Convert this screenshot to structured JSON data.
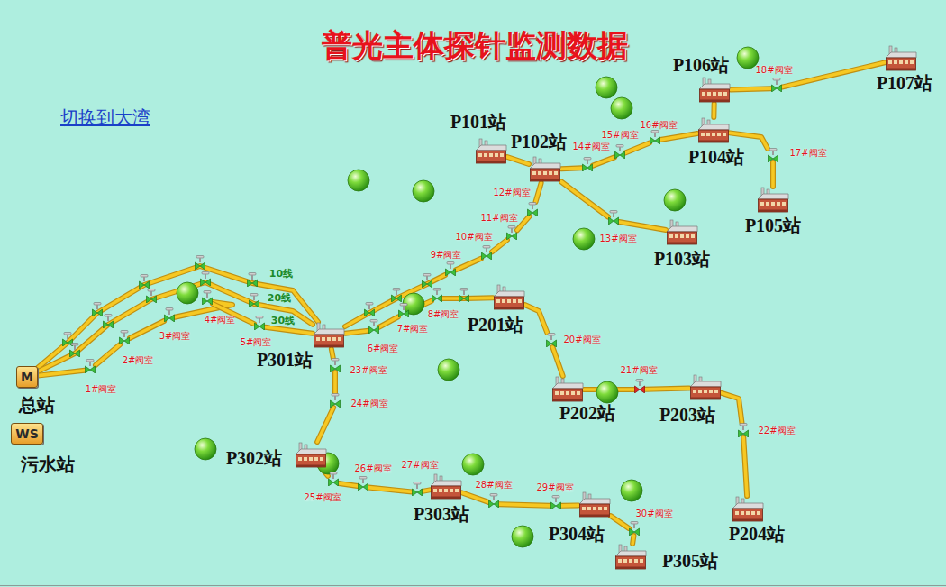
{
  "diagram": {
    "title": "普光主体探针监测数据",
    "nodes": [
      {
        "text": [
          "M",
          "总站"
        ]
      },
      {
        "text": [
          "WS",
          "污水站"
        ]
      },
      {
        "text": [
          "1#阀室"
        ]
      },
      {
        "text": [
          "2#阀室"
        ]
      },
      {
        "text": [
          "3#阀室"
        ]
      },
      {
        "text": [
          "4#阀室"
        ]
      },
      {
        "text": [
          "5#阀室"
        ]
      },
      {
        "text": [
          "P301站"
        ]
      },
      {
        "text": [
          "6#阀室"
        ]
      },
      {
        "text": [
          "7#阀室"
        ]
      },
      {
        "text": [
          "8#阀室"
        ]
      },
      {
        "text": [
          "P201站"
        ]
      },
      {
        "text": [
          "9#阀室"
        ]
      },
      {
        "text": [
          "10#阀室"
        ]
      },
      {
        "text": [
          "11#阀室"
        ]
      },
      {
        "text": [
          "12#阀室"
        ]
      },
      {
        "text": [
          "P101站"
        ]
      },
      {
        "text": [
          "P102站"
        ]
      },
      {
        "text": [
          "13#阀室"
        ]
      },
      {
        "text": [
          "P103站"
        ]
      },
      {
        "text": [
          "14#阀室"
        ]
      },
      {
        "text": [
          "15#阀室"
        ]
      },
      {
        "text": [
          "16#阀室"
        ]
      },
      {
        "text": [
          "P104站"
        ]
      },
      {
        "text": [
          "17#阀室"
        ]
      },
      {
        "text": [
          "P105站"
        ]
      },
      {
        "text": [
          "P106站"
        ]
      },
      {
        "text": [
          "18#阀室"
        ]
      },
      {
        "text": [
          "P107站"
        ]
      },
      {
        "text": [
          "20#阀室"
        ]
      },
      {
        "text": [
          "P202站"
        ]
      },
      {
        "text": [
          "21#阀室"
        ]
      },
      {
        "text": [
          "P203站"
        ]
      },
      {
        "text": [
          "22#阀室"
        ]
      },
      {
        "text": [
          "P204站"
        ]
      },
      {
        "text": [
          "23#阀室"
        ]
      },
      {
        "text": [
          "24#阀室"
        ]
      },
      {
        "text": [
          "P302站"
        ]
      },
      {
        "text": [
          "25#阀室"
        ]
      },
      {
        "text": [
          "26#阀室"
        ]
      },
      {
        "text": [
          "27#阀室"
        ]
      },
      {
        "text": [
          "P303站"
        ]
      },
      {
        "text": [
          "28#阀室"
        ]
      },
      {
        "text": [
          "29#阀室"
        ]
      },
      {
        "text": [
          "P304站"
        ]
      },
      {
        "text": [
          "30#阀室"
        ]
      },
      {
        "text": [
          "P305站"
        ]
      }
    ],
    "edges": [
      {
        "from": 0,
        "to": 7,
        "label": "10线",
        "arrow": "none"
      },
      {
        "from": 0,
        "to": 7,
        "label": "20线",
        "arrow": "none"
      },
      {
        "from": 0,
        "to": 2,
        "arrow": "none"
      },
      {
        "from": 2,
        "to": 3,
        "arrow": "none"
      },
      {
        "from": 3,
        "to": 4,
        "arrow": "none"
      },
      {
        "from": 4,
        "to": 5,
        "arrow": "none"
      },
      {
        "from": 5,
        "to": 6,
        "arrow": "none"
      },
      {
        "from": 6,
        "to": 7,
        "label": "30线",
        "arrow": "none"
      },
      {
        "from": 7,
        "to": 8,
        "arrow": "none"
      },
      {
        "from": 8,
        "to": 9,
        "arrow": "none"
      },
      {
        "from": 9,
        "to": 10,
        "arrow": "none"
      },
      {
        "from": 10,
        "to": 11,
        "arrow": "none"
      },
      {
        "from": 7,
        "to": 12,
        "arrow": "none"
      },
      {
        "from": 12,
        "to": 13,
        "arrow": "none"
      },
      {
        "from": 13,
        "to": 14,
        "arrow": "none"
      },
      {
        "from": 14,
        "to": 15,
        "arrow": "none"
      },
      {
        "from": 15,
        "to": 17,
        "arrow": "none"
      },
      {
        "from": 16,
        "to": 17,
        "arrow": "none"
      },
      {
        "from": 17,
        "to": 18,
        "arrow": "none"
      },
      {
        "from": 18,
        "to": 19,
        "arrow": "none"
      },
      {
        "from": 17,
        "to": 20,
        "arrow": "none"
      },
      {
        "from": 20,
        "to": 21,
        "arrow": "none"
      },
      {
        "from": 21,
        "to": 22,
        "arrow": "none"
      },
      {
        "from": 22,
        "to": 23,
        "arrow": "none"
      },
      {
        "from": 23,
        "to": 24,
        "arrow": "none"
      },
      {
        "from": 24,
        "to": 25,
        "arrow": "none"
      },
      {
        "from": 23,
        "to": 26,
        "arrow": "none"
      },
      {
        "from": 26,
        "to": 27,
        "arrow": "none"
      },
      {
        "from": 27,
        "to": 28,
        "arrow": "none"
      },
      {
        "from": 11,
        "to": 29,
        "arrow": "none"
      },
      {
        "from": 29,
        "to": 30,
        "arrow": "none"
      },
      {
        "from": 30,
        "to": 31,
        "arrow": "none"
      },
      {
        "from": 31,
        "to": 32,
        "arrow": "none"
      },
      {
        "from": 32,
        "to": 33,
        "arrow": "none"
      },
      {
        "from": 33,
        "to": 34,
        "arrow": "none"
      },
      {
        "from": 7,
        "to": 35,
        "arrow": "none"
      },
      {
        "from": 35,
        "to": 36,
        "arrow": "none"
      },
      {
        "from": 36,
        "to": 37,
        "arrow": "none"
      },
      {
        "from": 37,
        "to": 38,
        "arrow": "none"
      },
      {
        "from": 38,
        "to": 39,
        "arrow": "none"
      },
      {
        "from": 39,
        "to": 40,
        "arrow": "none"
      },
      {
        "from": 40,
        "to": 41,
        "arrow": "none"
      },
      {
        "from": 41,
        "to": 42,
        "arrow": "none"
      },
      {
        "from": 42,
        "to": 43,
        "arrow": "none"
      },
      {
        "from": 43,
        "to": 44,
        "arrow": "none"
      },
      {
        "from": 44,
        "to": 45,
        "arrow": "none"
      },
      {
        "from": 45,
        "to": 46,
        "arrow": "none"
      }
    ],
    "labels": [
      "切换到大湾"
    ]
  }
}
